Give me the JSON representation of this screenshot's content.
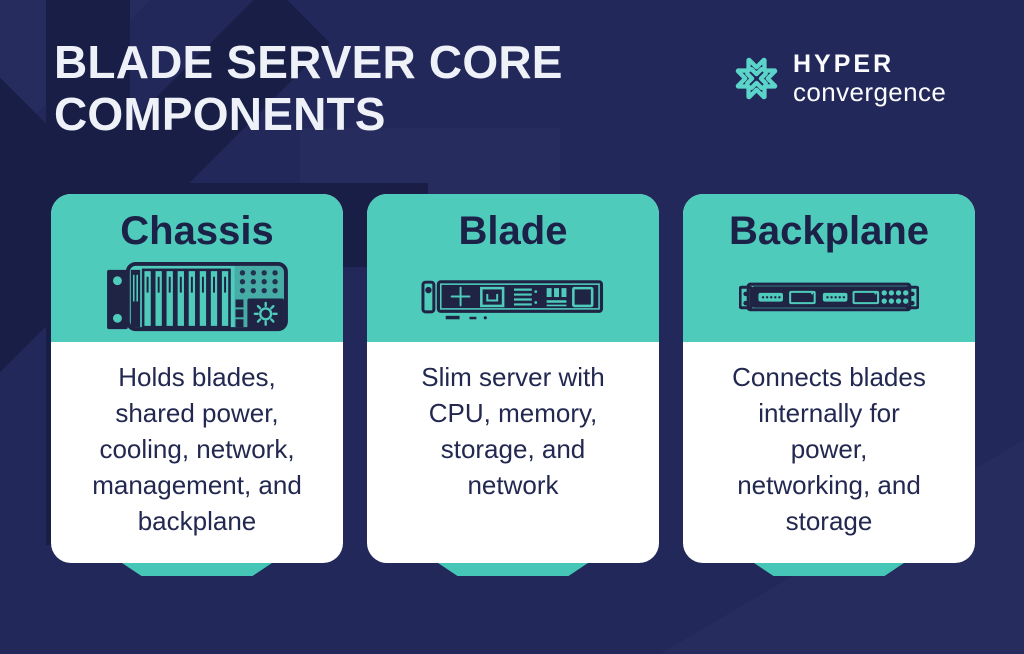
{
  "page": {
    "title_line1": "BLADE SERVER CORE",
    "title_line2": "COMPONENTS"
  },
  "brand": {
    "name_top": "HYPER",
    "name_bottom": "convergence",
    "icon": "starburst-icon"
  },
  "cards": [
    {
      "title": "Chassis",
      "icon": "server-chassis-icon",
      "description": "Holds blades,\nshared power,\ncooling, network,\nmanagement, and\nbackplane"
    },
    {
      "title": "Blade",
      "icon": "server-blade-icon",
      "description": "Slim server with\nCPU, memory,\nstorage, and\nnetwork"
    },
    {
      "title": "Backplane",
      "icon": "server-backplane-icon",
      "description": "Connects blades\ninternally for\npower,\nnetworking, and\nstorage"
    }
  ],
  "colors": {
    "background_navy": "#23285A",
    "pattern_dark_navy": "#191E45",
    "pattern_light_navy": "#2A3061",
    "teal_accent": "#4FCBBC",
    "logo_teal": "#5BD5CA",
    "card_body_bg": "#FFFFFF",
    "heading_text": "#EEF1F7",
    "card_text_navy": "#222850",
    "icon_line_navy": "#1F2444"
  }
}
